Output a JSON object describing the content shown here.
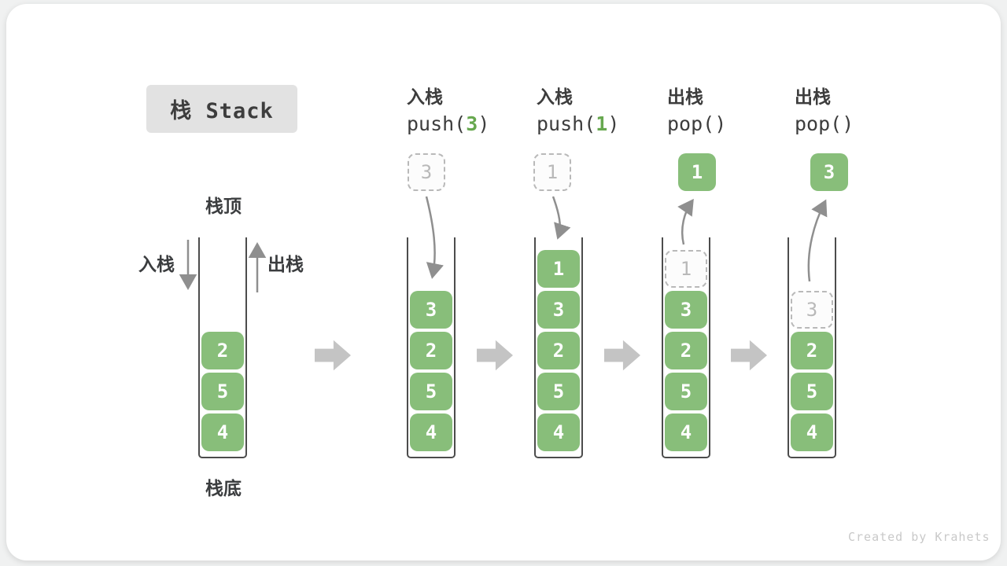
{
  "title": "栈 Stack",
  "watermark": "Created by Krahets",
  "legend": {
    "stack_top": "栈顶",
    "stack_bottom": "栈底",
    "push_label": "入栈",
    "pop_label": "出栈"
  },
  "colors": {
    "element_green": "#88be7a",
    "code_value_green": "#67a84f",
    "dashed_gray": "#b9b9b9",
    "motion_arrow_gray": "#8f8f8f",
    "flow_arrow_gray": "#c4c4c4",
    "container_border": "#4c4c4c",
    "title_bg": "#e2e2e2",
    "text_dark": "#3d3d3d",
    "watermark_gray": "#c9c9c9",
    "card_bg": "#ffffff",
    "page_bg": "#f0f1f1"
  },
  "columns": [
    {
      "name": "initial",
      "stack": [
        {
          "value": "2",
          "style": "solid"
        },
        {
          "value": "5",
          "style": "solid"
        },
        {
          "value": "4",
          "style": "solid"
        }
      ]
    },
    {
      "name": "push-3",
      "operation": {
        "label": "入栈",
        "code_prefix": "push(",
        "code_value": "3",
        "code_suffix": ")"
      },
      "floating": {
        "value": "3",
        "style": "dashed"
      },
      "stack": [
        {
          "value": "3",
          "style": "solid"
        },
        {
          "value": "2",
          "style": "solid"
        },
        {
          "value": "5",
          "style": "solid"
        },
        {
          "value": "4",
          "style": "solid"
        }
      ]
    },
    {
      "name": "push-1",
      "operation": {
        "label": "入栈",
        "code_prefix": "push(",
        "code_value": "1",
        "code_suffix": ")"
      },
      "floating": {
        "value": "1",
        "style": "dashed"
      },
      "stack": [
        {
          "value": "1",
          "style": "solid"
        },
        {
          "value": "3",
          "style": "solid"
        },
        {
          "value": "2",
          "style": "solid"
        },
        {
          "value": "5",
          "style": "solid"
        },
        {
          "value": "4",
          "style": "solid"
        }
      ]
    },
    {
      "name": "pop-1",
      "operation": {
        "label": "出栈",
        "code_prefix": "pop(",
        "code_value": "",
        "code_suffix": ")"
      },
      "floating": {
        "value": "1",
        "style": "solid"
      },
      "stack": [
        {
          "value": "1",
          "style": "dashed"
        },
        {
          "value": "3",
          "style": "solid"
        },
        {
          "value": "2",
          "style": "solid"
        },
        {
          "value": "5",
          "style": "solid"
        },
        {
          "value": "4",
          "style": "solid"
        }
      ]
    },
    {
      "name": "pop-3",
      "operation": {
        "label": "出栈",
        "code_prefix": "pop(",
        "code_value": "",
        "code_suffix": ")"
      },
      "floating": {
        "value": "3",
        "style": "solid"
      },
      "stack": [
        {
          "value": "3",
          "style": "dashed"
        },
        {
          "value": "2",
          "style": "solid"
        },
        {
          "value": "5",
          "style": "solid"
        },
        {
          "value": "4",
          "style": "solid"
        }
      ]
    }
  ]
}
